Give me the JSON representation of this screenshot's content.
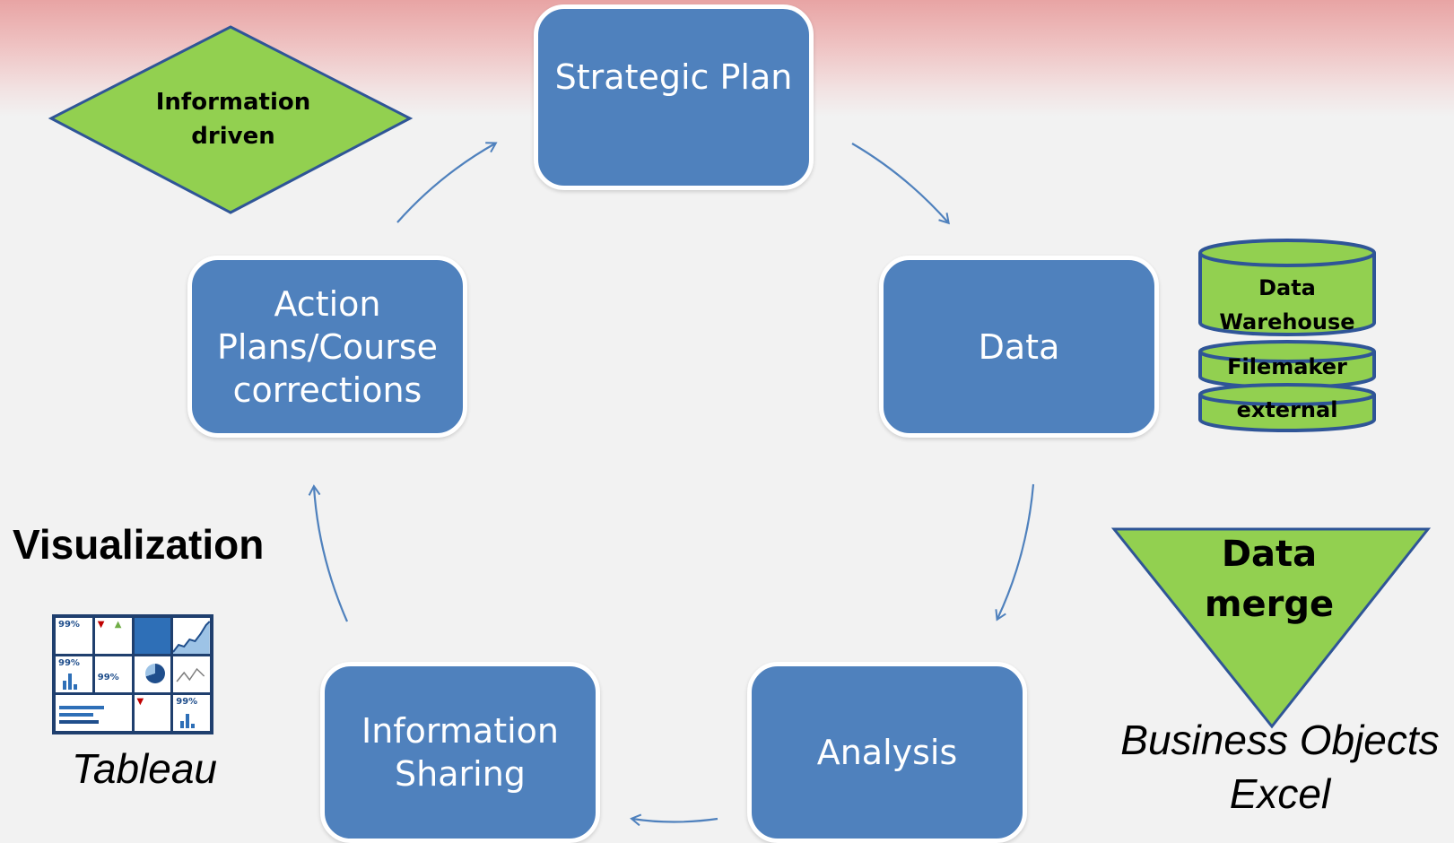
{
  "boxes": {
    "strategic_plan": "Strategic Plan",
    "data": "Data",
    "analysis": "Analysis",
    "information_sharing": "Information\nSharing",
    "action_plans": "Action\nPlans/Course\ncorrections"
  },
  "diamond": {
    "label": "Information\ndriven"
  },
  "cylinders": [
    "Data\nWarehouse",
    "Filemaker",
    "external"
  ],
  "triangle": {
    "label": "Data\nmerge"
  },
  "visualization": {
    "title": "Visualization",
    "tool": "Tableau",
    "dashboard_values": [
      "99%",
      "99%",
      "99%",
      "99%"
    ]
  },
  "business_tools": [
    "Business Objects",
    "Excel"
  ],
  "colors": {
    "box_fill": "#4f81bd",
    "box_border": "#ffffff",
    "shape_fill": "#92d050",
    "shape_border": "#2f5597",
    "arrow": "#4f81bd"
  }
}
